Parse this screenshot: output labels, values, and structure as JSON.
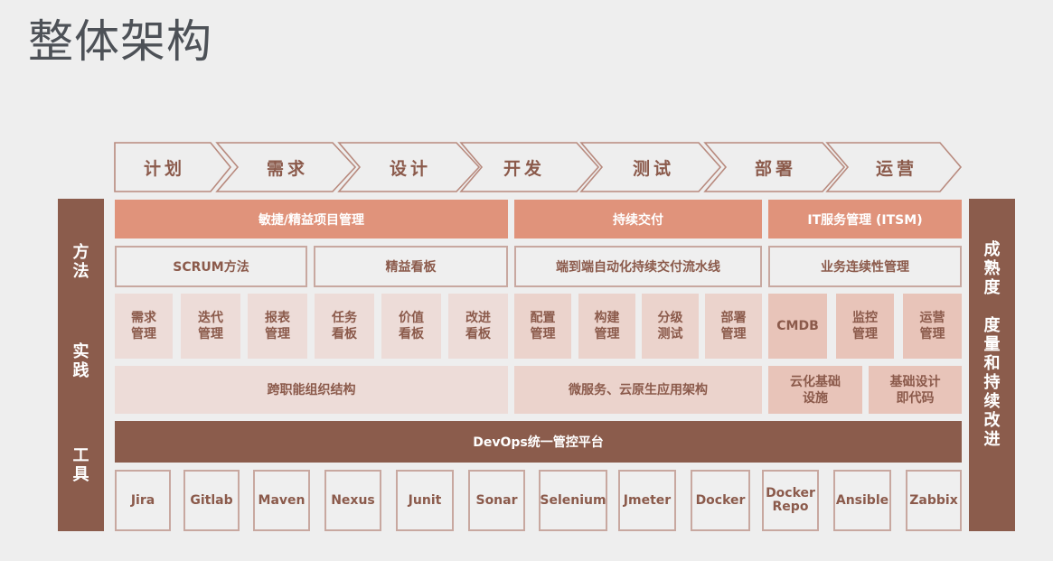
{
  "title": "整体架构",
  "colors": {
    "background": "#eeeeee",
    "title_text": "#4d5157",
    "dark_brown": "#8b5c4c",
    "salmon_header": "#e0937b",
    "outline_border": "#c8a8a0",
    "text_brown": "#8b5a4b",
    "light_cell": "#eddcd8",
    "mid_cell": "#ebd3cc",
    "dark_cell": "#e8c4b9"
  },
  "stages": [
    "计划",
    "需求",
    "设计",
    "开发",
    "测试",
    "部署",
    "运营"
  ],
  "left_sidebar": {
    "methods": "方\n法",
    "practice": "实\n践",
    "tools": "工\n具"
  },
  "right_sidebar": {
    "label": "成\n熟\n度\n\n度\n量\n和\n持\n续\n改\n进"
  },
  "columns": {
    "agile": {
      "header": "敏捷/精益项目管理",
      "methods": [
        "SCRUM方法",
        "精益看板"
      ],
      "practices": [
        "需求\n管理",
        "迭代\n管理",
        "报表\n管理",
        "任务\n看板",
        "价值\n看板",
        "改进\n看板"
      ],
      "foundation": "跨职能组织结构"
    },
    "cd": {
      "header": "持续交付",
      "methods": [
        "端到端自动化持续交付流水线"
      ],
      "practices": [
        "配置\n管理",
        "构建\n管理",
        "分级\n测试",
        "部署\n管理"
      ],
      "foundation": "微服务、云原生应用架构"
    },
    "itsm": {
      "header": "IT服务管理 (ITSM)",
      "methods": [
        "业务连续性管理"
      ],
      "practices": [
        "CMDB",
        "监控\n管理",
        "运营\n管理"
      ],
      "foundation": [
        "云化基础\n设施",
        "基础设计\n即代码"
      ]
    }
  },
  "platform": "DevOps统一管控平台",
  "tools": [
    "Jira",
    "Gitlab",
    "Maven",
    "Nexus",
    "Junit",
    "Sonar",
    "Selenium",
    "Jmeter",
    "Docker",
    "Docker\nRepo",
    "Ansible",
    "Zabbix"
  ]
}
